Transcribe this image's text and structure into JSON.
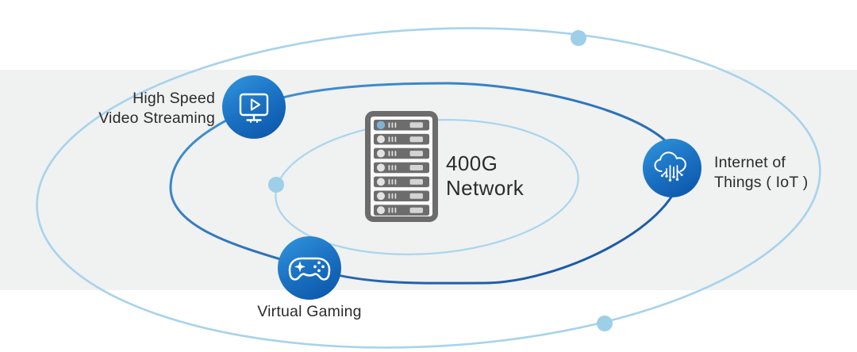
{
  "diagram": {
    "title": {
      "line1": "400G",
      "line2": "Network"
    },
    "center_icon": "server-rack-icon",
    "nodes": {
      "video": {
        "label_line1": "High Speed",
        "label_line2": "Video Streaming",
        "icon": "video-streaming-monitor-play-icon"
      },
      "iot": {
        "label_line1": "Internet of",
        "label_line2": "Things ( IoT )",
        "icon": "iot-cloud-circuit-icon"
      },
      "gaming": {
        "label": "Virtual Gaming",
        "icon": "gamepad-icon"
      }
    },
    "orbits": {
      "count": 3,
      "dot_count": 3
    },
    "colors": {
      "orbit_light": "#a7d3ec",
      "orbit_dot": "#9dcfe9",
      "orbit_dark_gradient_start": "#4598da",
      "orbit_dark_gradient_end": "#14509b",
      "node_gradient_start": "#3296de",
      "node_gradient_end": "#0a53a7",
      "band_background": "#f0f1f1",
      "text": "#2b2b2b",
      "server_gray": "#6c6c6c"
    }
  }
}
